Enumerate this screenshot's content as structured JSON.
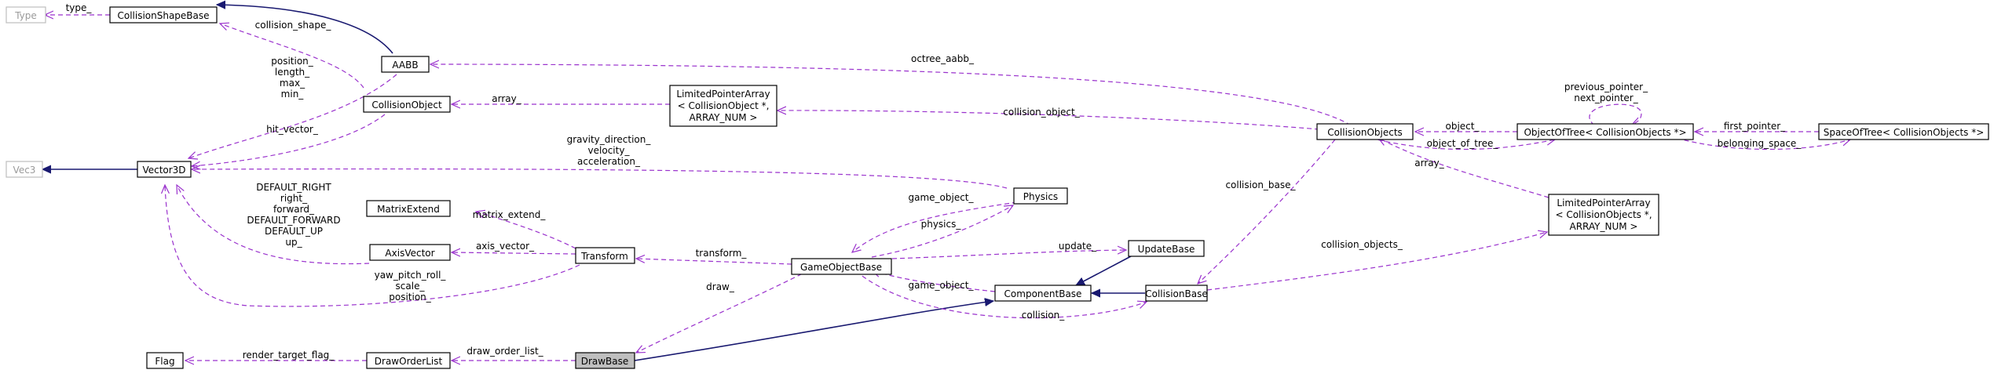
{
  "nodes": {
    "type": "Type",
    "collision_shape_base": "CollisionShapeBase",
    "aabb": "AABB",
    "collision_object": "CollisionObject",
    "limited_array_obj": [
      "LimitedPointerArray",
      "< CollisionObject *,",
      "ARRAY_NUM >"
    ],
    "vec3": "Vec3",
    "vector3d": "Vector3D",
    "matrix_extend": "MatrixExtend",
    "axis_vector": "AxisVector",
    "transform": "Transform",
    "physics": "Physics",
    "game_object_base": "GameObjectBase",
    "update_base": "UpdateBase",
    "component_base": "ComponentBase",
    "collision_base": "CollisionBase",
    "collision_objects": "CollisionObjects",
    "object_of_tree": "ObjectOfTree< CollisionObjects *>",
    "space_of_tree": "SpaceOfTree< CollisionObjects *>",
    "limited_array_objs": [
      "LimitedPointerArray",
      "< CollisionObjects *,",
      "ARRAY_NUM >"
    ],
    "flag": "Flag",
    "draw_order_list": "DrawOrderList",
    "draw_base": "DrawBase"
  },
  "labels": {
    "type": "type_",
    "collision_shape": "collision_shape_",
    "aabb_members": [
      "position_",
      "length_",
      "max_",
      "min_"
    ],
    "hit_vector": "hit_vector_",
    "array": "array_",
    "octree_aabb": "octree_aabb_",
    "collision_object": "collision_object_",
    "object": "object_",
    "object_of_tree": "object_of_tree_",
    "pointers": [
      "previous_pointer_",
      "next_pointer_"
    ],
    "first_pointer": "first_pointer_",
    "belonging_space": "belonging_space_",
    "array2": "array_",
    "physics_members": [
      "gravity_direction_",
      "velocity_",
      "acceleration_"
    ],
    "transform_vectors": [
      "DEFAULT_RIGHT",
      "right_",
      "forward_",
      "DEFAULT_FORWARD",
      "DEFAULT_UP",
      "up_"
    ],
    "matrix_extend": "matrix_extend_",
    "axis_vector": "axis_vector_",
    "transform_members": [
      "yaw_pitch_roll_",
      "scale_",
      "position_"
    ],
    "game_object_physics": "game_object_",
    "physics": "physics_",
    "transform": "transform_",
    "update": "update_",
    "collision_base": "collision_base_",
    "collision_objects": "collision_objects_",
    "draw": "draw_",
    "game_object_component": "game_object_",
    "collision": "collision_",
    "render_target_flag": "render_target_flag_",
    "draw_order_list": "draw_order_list_"
  }
}
